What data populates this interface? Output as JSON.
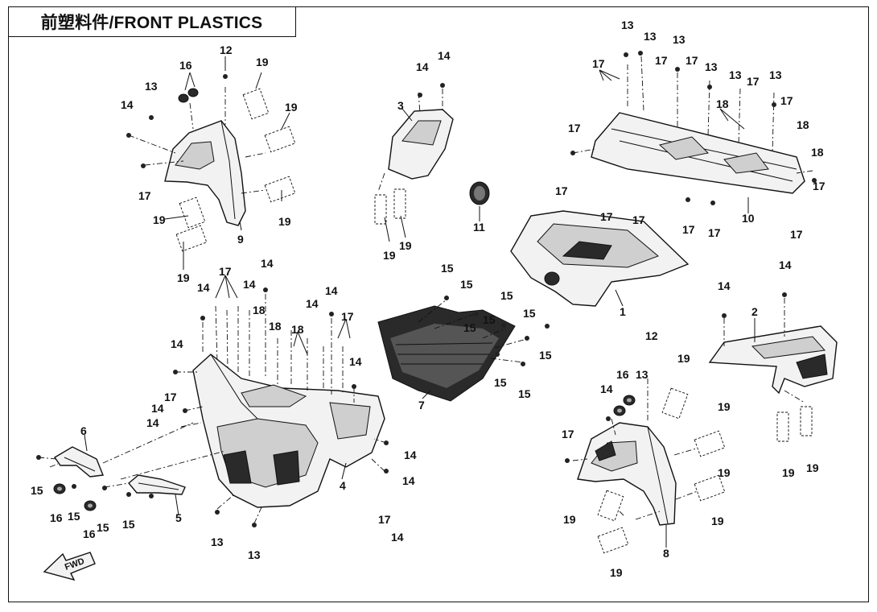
{
  "title": "前塑料件/FRONT PLASTICS",
  "fwd_label": "FWD",
  "callouts": [
    {
      "id": "c1",
      "text": "1"
    },
    {
      "id": "c2",
      "text": "2"
    },
    {
      "id": "c3",
      "text": "3"
    },
    {
      "id": "c4",
      "text": "4"
    },
    {
      "id": "c5",
      "text": "5"
    },
    {
      "id": "c6",
      "text": "6"
    },
    {
      "id": "c7",
      "text": "7"
    },
    {
      "id": "c8",
      "text": "8"
    },
    {
      "id": "c9",
      "text": "9"
    },
    {
      "id": "c10",
      "text": "10"
    },
    {
      "id": "c11",
      "text": "11"
    },
    {
      "id": "c12a",
      "text": "12"
    },
    {
      "id": "c12b",
      "text": "12"
    },
    {
      "id": "c13a",
      "text": "13"
    },
    {
      "id": "c13b",
      "text": "13"
    },
    {
      "id": "c13c",
      "text": "13"
    },
    {
      "id": "c13d",
      "text": "13"
    },
    {
      "id": "c13e",
      "text": "13"
    },
    {
      "id": "c13f",
      "text": "13"
    },
    {
      "id": "c13g",
      "text": "13"
    },
    {
      "id": "c13h",
      "text": "13"
    },
    {
      "id": "c13i",
      "text": "13"
    },
    {
      "id": "c13j",
      "text": "13"
    },
    {
      "id": "c14a",
      "text": "14"
    },
    {
      "id": "c14b",
      "text": "14"
    },
    {
      "id": "c14c",
      "text": "14"
    },
    {
      "id": "c14d",
      "text": "14"
    },
    {
      "id": "c14e",
      "text": "14"
    },
    {
      "id": "c14f",
      "text": "14"
    },
    {
      "id": "c14g",
      "text": "14"
    },
    {
      "id": "c14h",
      "text": "14"
    },
    {
      "id": "c14i",
      "text": "14"
    },
    {
      "id": "c14j",
      "text": "14"
    },
    {
      "id": "c14k",
      "text": "14"
    },
    {
      "id": "c14l",
      "text": "14"
    },
    {
      "id": "c14m",
      "text": "14"
    },
    {
      "id": "c14n",
      "text": "14"
    },
    {
      "id": "c14o",
      "text": "14"
    },
    {
      "id": "c14p",
      "text": "14"
    },
    {
      "id": "c14q",
      "text": "14"
    },
    {
      "id": "c14r",
      "text": "14"
    },
    {
      "id": "c15a",
      "text": "15"
    },
    {
      "id": "c15b",
      "text": "15"
    },
    {
      "id": "c15c",
      "text": "15"
    },
    {
      "id": "c15d",
      "text": "15"
    },
    {
      "id": "c15e",
      "text": "15"
    },
    {
      "id": "c15f",
      "text": "15"
    },
    {
      "id": "c15g",
      "text": "15"
    },
    {
      "id": "c15h",
      "text": "15"
    },
    {
      "id": "c15i",
      "text": "15"
    },
    {
      "id": "c15j",
      "text": "15"
    },
    {
      "id": "c15k",
      "text": "15"
    },
    {
      "id": "c15l",
      "text": "15"
    },
    {
      "id": "c15m",
      "text": "15"
    },
    {
      "id": "c16a",
      "text": "16"
    },
    {
      "id": "c16b",
      "text": "16"
    },
    {
      "id": "c16c",
      "text": "16"
    },
    {
      "id": "c16d",
      "text": "16"
    },
    {
      "id": "c17a",
      "text": "17"
    },
    {
      "id": "c17b",
      "text": "17"
    },
    {
      "id": "c17c",
      "text": "17"
    },
    {
      "id": "c17d",
      "text": "17"
    },
    {
      "id": "c17e",
      "text": "17"
    },
    {
      "id": "c17f",
      "text": "17"
    },
    {
      "id": "c17g",
      "text": "17"
    },
    {
      "id": "c17h",
      "text": "17"
    },
    {
      "id": "c17i",
      "text": "17"
    },
    {
      "id": "c17j",
      "text": "17"
    },
    {
      "id": "c17k",
      "text": "17"
    },
    {
      "id": "c17l",
      "text": "17"
    },
    {
      "id": "c17m",
      "text": "17"
    },
    {
      "id": "c17n",
      "text": "17"
    },
    {
      "id": "c17o",
      "text": "17"
    },
    {
      "id": "c17p",
      "text": "17"
    },
    {
      "id": "c17q",
      "text": "17"
    },
    {
      "id": "c17r",
      "text": "17"
    },
    {
      "id": "c17s",
      "text": "17"
    },
    {
      "id": "c18a",
      "text": "18"
    },
    {
      "id": "c18b",
      "text": "18"
    },
    {
      "id": "c18c",
      "text": "18"
    },
    {
      "id": "c18d",
      "text": "18"
    },
    {
      "id": "c18e",
      "text": "18"
    },
    {
      "id": "c18f",
      "text": "18"
    },
    {
      "id": "c19a",
      "text": "19"
    },
    {
      "id": "c19b",
      "text": "19"
    },
    {
      "id": "c19c",
      "text": "19"
    },
    {
      "id": "c19d",
      "text": "19"
    },
    {
      "id": "c19e",
      "text": "19"
    },
    {
      "id": "c19f",
      "text": "19"
    },
    {
      "id": "c19g",
      "text": "19"
    },
    {
      "id": "c19h",
      "text": "19"
    },
    {
      "id": "c19i",
      "text": "19"
    },
    {
      "id": "c19j",
      "text": "19"
    },
    {
      "id": "c19k",
      "text": "19"
    },
    {
      "id": "c19l",
      "text": "19"
    },
    {
      "id": "c19m",
      "text": "19"
    },
    {
      "id": "c19n",
      "text": "19"
    },
    {
      "id": "c19o",
      "text": "19"
    }
  ]
}
